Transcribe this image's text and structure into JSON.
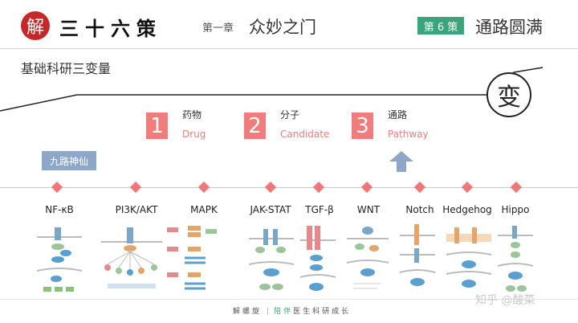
{
  "header": {
    "logo_char": "解",
    "brand": "三十六策",
    "chapter_label": "第一章",
    "chapter_title": "众妙之门",
    "strategy_badge": "第 6 策",
    "strategy_title": "通路圆满",
    "accent_color": "#3aa57a"
  },
  "subtitle": "基础科研三变量",
  "corner_char": "变",
  "variables": [
    {
      "number": "1",
      "cn": "药物",
      "en": "Drug"
    },
    {
      "number": "2",
      "cn": "分子",
      "en": "Candidate"
    },
    {
      "number": "3",
      "cn": "通路",
      "en": "Pathway"
    }
  ],
  "variable_color": "#f07c7c",
  "nine_tag": "九路神仙",
  "pathways": [
    "NF-κB",
    "PI3K/AKT",
    "MAPK",
    "JAK-STAT",
    "TGF-β",
    "WNT",
    "Notch",
    "Hedgehog",
    "Hippo"
  ],
  "footer": {
    "left": "解螺旋",
    "sep": "|",
    "em": "陪伴",
    "right": "医生科研成长"
  },
  "watermark": "知乎 @酸菜"
}
